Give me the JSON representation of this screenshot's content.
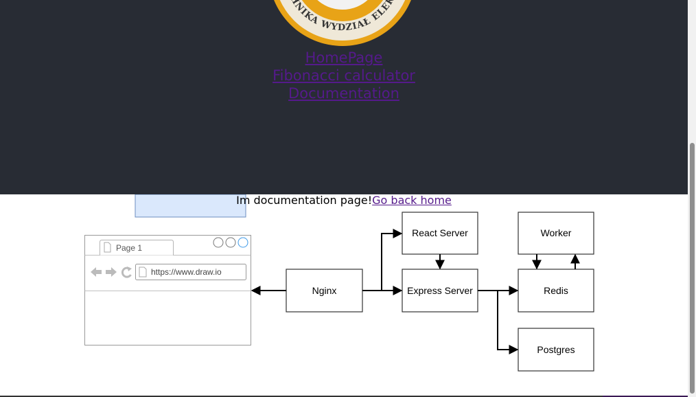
{
  "header": {
    "logo_text": "POLITECHNIKA WYDZIAŁ ELEKTRONIKI",
    "nav": {
      "home": "HomePage",
      "fibonacci": "Fibonacci calculator",
      "documentation": "Documentation"
    }
  },
  "main": {
    "message": "Im documentation page!",
    "back_link": "Go back home"
  },
  "diagram": {
    "browser": {
      "tab_label": "Page 1",
      "url": "https://www.draw.io"
    },
    "nodes": {
      "nginx": "Nginx",
      "react": "React Server",
      "express": "Express Server",
      "worker": "Worker",
      "redis": "Redis",
      "postgres": "Postgres"
    }
  },
  "colors": {
    "header_bg": "#282c34",
    "link": "#551a8b",
    "logo_gold": "#e8a317"
  }
}
